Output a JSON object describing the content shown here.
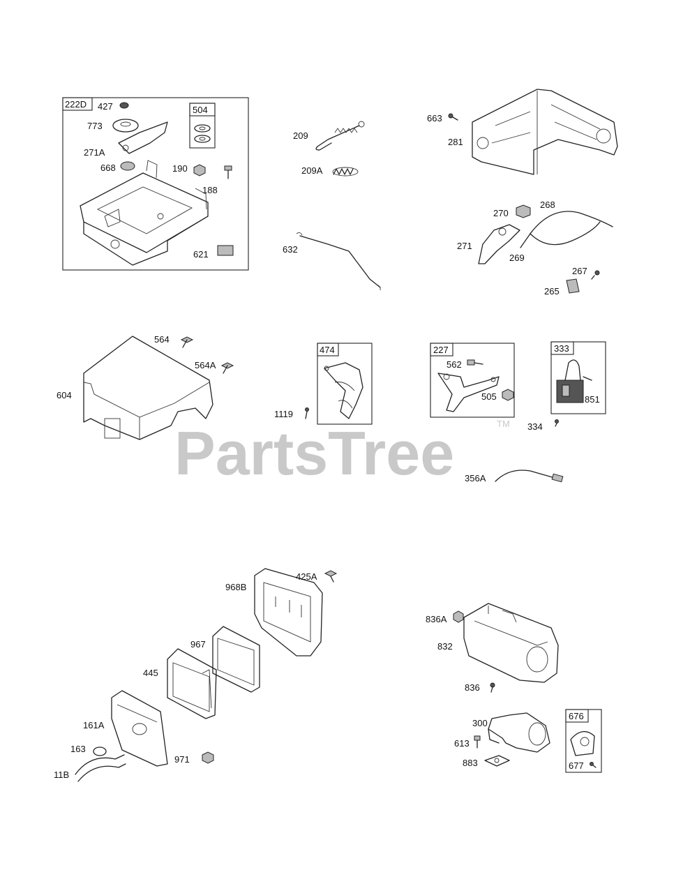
{
  "watermark": {
    "text": "PartsTree",
    "trademark": "TM"
  },
  "boxes": [
    {
      "id": "222D",
      "label": "222D"
    },
    {
      "id": "504",
      "label": "504"
    },
    {
      "id": "474",
      "label": "474"
    },
    {
      "id": "227",
      "label": "227"
    },
    {
      "id": "333",
      "label": "333"
    },
    {
      "id": "676",
      "label": "676"
    }
  ],
  "callouts": {
    "c427": "427",
    "c773": "773",
    "c271A": "271A",
    "c668": "668",
    "c190": "190",
    "c188": "188",
    "c621": "621",
    "c209": "209",
    "c209A": "209A",
    "c632": "632",
    "c663": "663",
    "c281": "281",
    "c270": "270",
    "c268": "268",
    "c271": "271",
    "c269": "269",
    "c267": "267",
    "c265": "265",
    "c564": "564",
    "c564A": "564A",
    "c604": "604",
    "c1119": "1119",
    "c562": "562",
    "c505": "505",
    "c851": "851",
    "c334": "334",
    "c356A": "356A",
    "c425A": "425A",
    "c968B": "968B",
    "c967": "967",
    "c445": "445",
    "c161A": "161A",
    "c163": "163",
    "c11B": "11B",
    "c971": "971",
    "c836A": "836A",
    "c832": "832",
    "c836": "836",
    "c300": "300",
    "c613": "613",
    "c883": "883",
    "c677": "677"
  }
}
